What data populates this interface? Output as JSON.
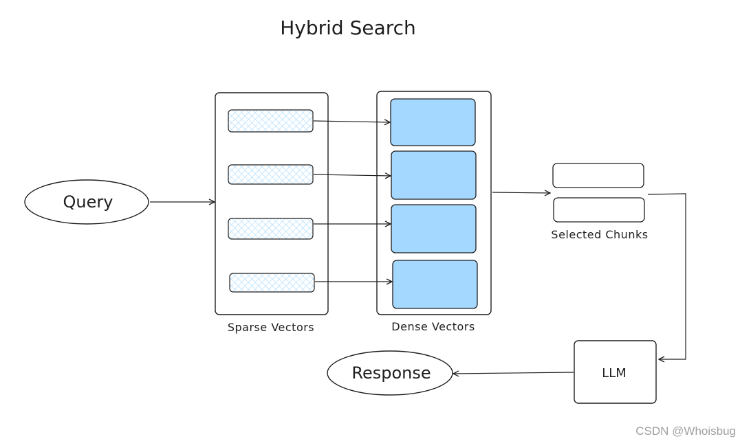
{
  "title": "Hybrid Search",
  "nodes": {
    "query": "Query",
    "response": "Response",
    "llm": "LLM"
  },
  "labels": {
    "sparse": "Sparse Vectors",
    "dense": "Dense Vectors",
    "selected": "Selected Chunks"
  },
  "watermark": "CSDN @Whoisbug",
  "colors": {
    "stroke": "#1e1e1e",
    "dense_fill": "#a5d8ff",
    "sparse_hatch": "#a5d8ff",
    "background": "#ffffff"
  }
}
